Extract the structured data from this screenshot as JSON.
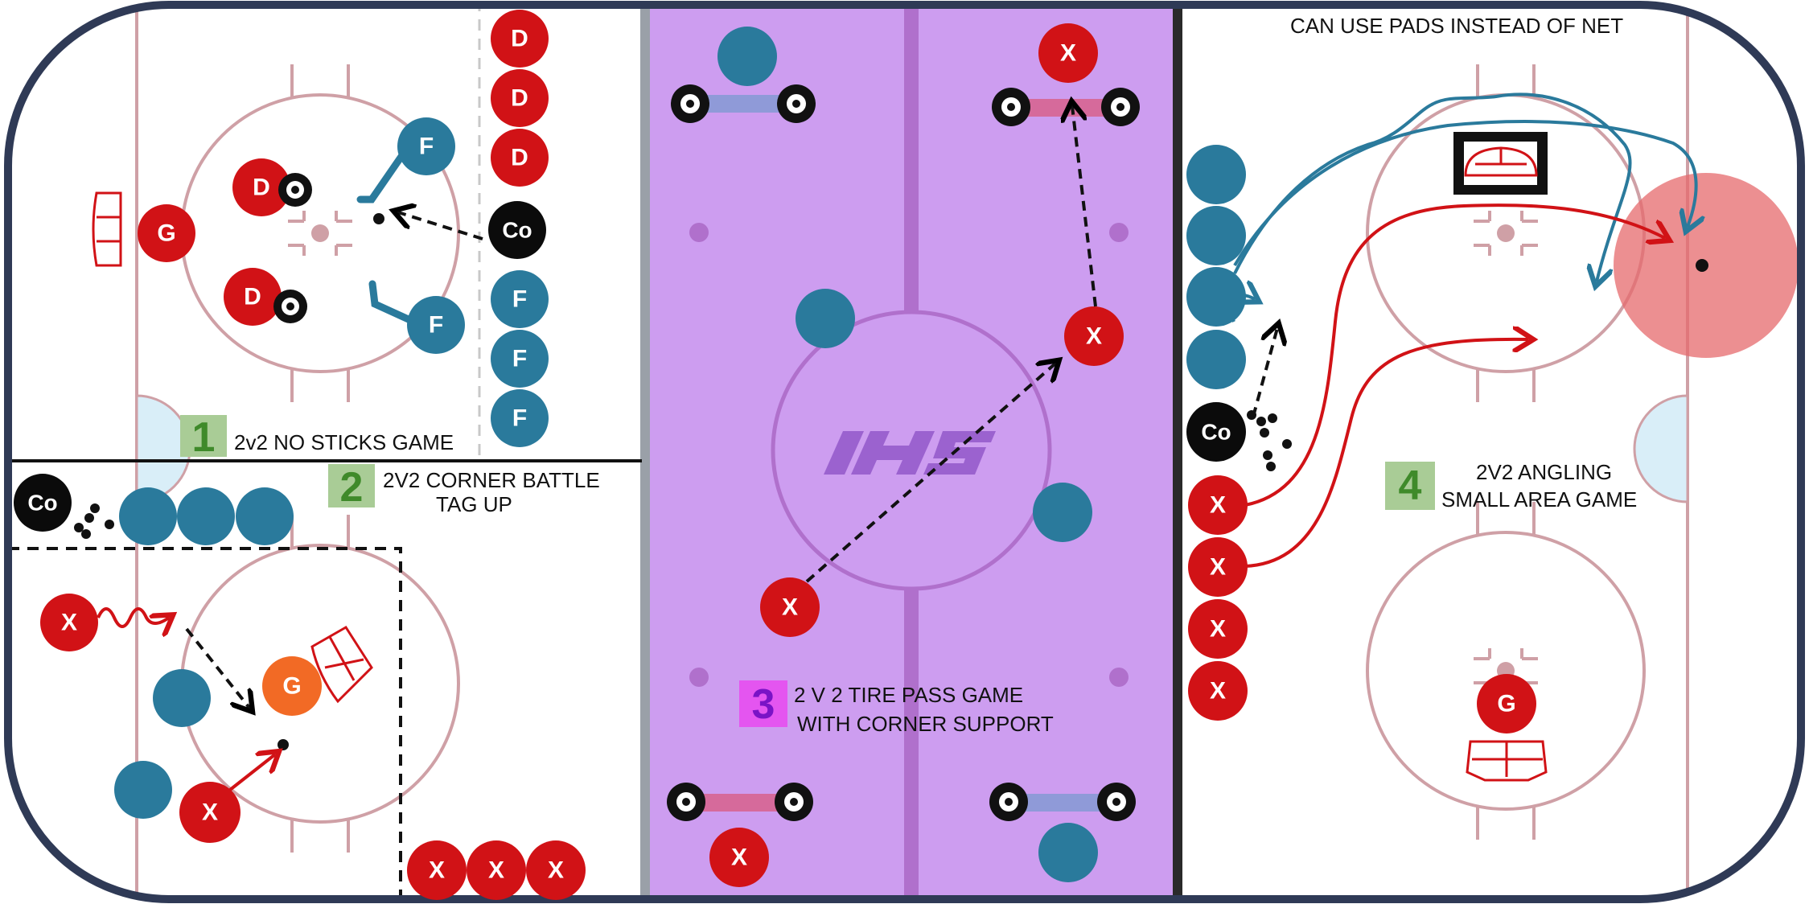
{
  "colors": {
    "board": "#2f3a56",
    "ice": "#ffffff",
    "rink_line": "#cfa0a6",
    "zone3_fill": "#cd9df0",
    "zone3_line": "#b070cc",
    "red_player": "#d11216",
    "blue_player": "#2a7a9c",
    "black_player": "#0b0b0b",
    "goalie_orange": "#f26a25",
    "crease": "#d9eef8",
    "highlight": "#e5696c",
    "badge_green": "#a9cc96",
    "badge_green_text": "#3f8a2a",
    "badge_magenta": "#e455f0",
    "badge_magenta_text": "#7a13c6",
    "tire_bar_blue": "#8f9ad8",
    "tire_bar_pink": "#d66a9b"
  },
  "logo": {
    "text": "IHS"
  },
  "notes": {
    "pads": "CAN USE PADS INSTEAD OF NET"
  },
  "stations": [
    {
      "number": "1",
      "title": "2v2 NO STICKS GAME"
    },
    {
      "number": "2",
      "title_line1": "2V2 CORNER BATTLE",
      "title_line2": "TAG UP"
    },
    {
      "number": "3",
      "title_line1": "2 V 2 TIRE PASS GAME",
      "title_line2": "WITH CORNER SUPPORT"
    },
    {
      "number": "4",
      "title_line1": "2V2 ANGLING",
      "title_line2": "SMALL AREA GAME"
    }
  ],
  "player_labels": {
    "defense": "D",
    "forward": "F",
    "goalie": "G",
    "coach": "Co",
    "attacker": "X"
  },
  "icons": [
    "puck-icon",
    "tire-icon",
    "net-icon",
    "goalie-pads-icon",
    "ihs-logo-icon",
    "skating-path-icon",
    "pass-path-icon"
  ]
}
